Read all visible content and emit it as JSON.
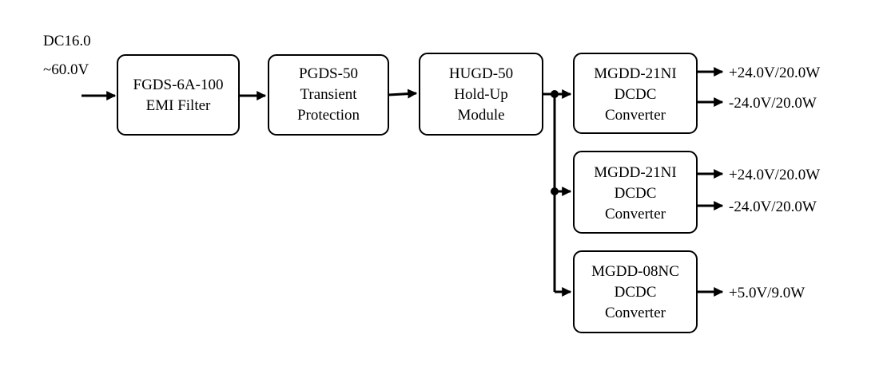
{
  "input": {
    "line1": "DC16.0",
    "line2": "~60.0V"
  },
  "blocks": [
    {
      "id": "emi-filter",
      "lines": [
        "FGDS-6A-100",
        "EMI Filter"
      ]
    },
    {
      "id": "transient",
      "lines": [
        "PGDS-50",
        "Transient",
        "Protection"
      ]
    },
    {
      "id": "holdup",
      "lines": [
        "HUGD-50",
        "Hold-Up",
        "Module"
      ]
    },
    {
      "id": "conv1",
      "lines": [
        "MGDD-21NI",
        "DCDC",
        "Converter"
      ]
    },
    {
      "id": "conv2",
      "lines": [
        "MGDD-21NI",
        "DCDC",
        "Converter"
      ]
    },
    {
      "id": "conv3",
      "lines": [
        "MGDD-08NC",
        "DCDC",
        "Converter"
      ]
    }
  ],
  "outputs": {
    "conv1": [
      "+24.0V/20.0W",
      "-24.0V/20.0W"
    ],
    "conv2": [
      "+24.0V/20.0W",
      "-24.0V/20.0W"
    ],
    "conv3": [
      "+5.0V/9.0W"
    ]
  }
}
